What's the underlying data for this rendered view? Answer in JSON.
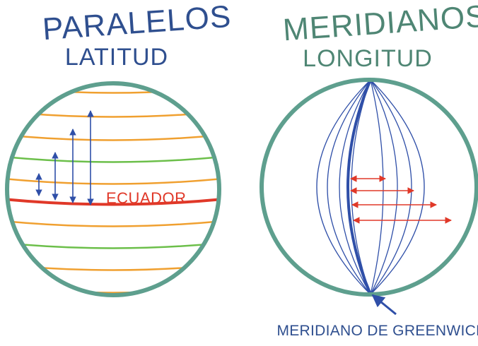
{
  "left_globe": {
    "title": "PARALELOS",
    "subtitle": "LATITUD",
    "equator_label": "ECUADOR"
  },
  "right_globe": {
    "title": "MERIDIANOS",
    "subtitle": "LONGITUD",
    "greenwich_label": "MERIDIANO DE GREENWICH"
  },
  "colors": {
    "outline": "#5e9f8e",
    "parallel_orange": "#f0a030",
    "parallel_green": "#6cbf4a",
    "equator": "#e03828",
    "meridian": "#2f4fa8",
    "longitude_arrow": "#e03828",
    "latitude_arrow": "#2f4fa8",
    "title_blue": "#2f4f8f",
    "title_green": "#4f8674"
  }
}
